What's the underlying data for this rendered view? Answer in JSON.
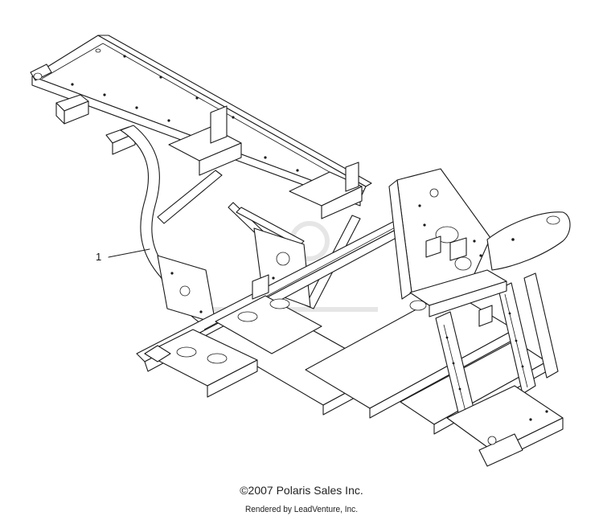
{
  "callout": {
    "number": "1"
  },
  "footer": {
    "copyright": "©2007 Polaris Sales Inc.",
    "rendered_by": "Rendered by LeadVenture, Inc."
  },
  "colors": {
    "line": "#1a1a1a",
    "background": "#ffffff"
  }
}
